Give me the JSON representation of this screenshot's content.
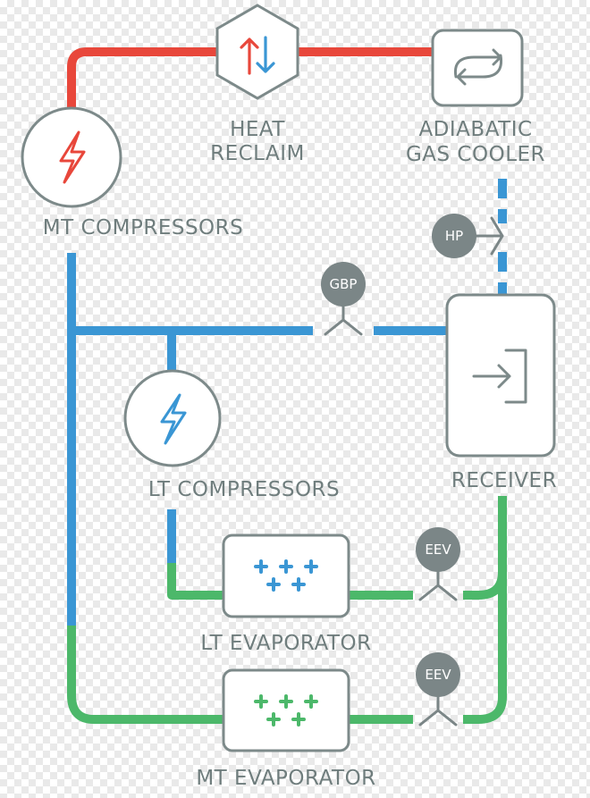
{
  "colors": {
    "hot": "#e8473b",
    "cool": "#3a96d4",
    "liquid": "#4cb86a",
    "outline": "#7d8a8a",
    "valve": "#7b8687",
    "label": "#6f7d7d"
  },
  "nodes": {
    "heat_reclaim": {
      "label_line1": "HEAT",
      "label_line2": "RECLAIM",
      "icon": "updown-arrows-icon"
    },
    "gas_cooler": {
      "label_line1": "ADIABATIC",
      "label_line2": "GAS COOLER",
      "icon": "cycle-arrows-icon"
    },
    "mt_compressors": {
      "label": "MT COMPRESSORS",
      "icon": "lightning-icon"
    },
    "lt_compressors": {
      "label": "LT COMPRESSORS",
      "icon": "lightning-icon"
    },
    "receiver": {
      "label": "RECEIVER",
      "icon": "enter-arrow-icon"
    },
    "lt_evaporator": {
      "label": "LT EVAPORATOR",
      "icon": "plus-cluster-icon"
    },
    "mt_evaporator": {
      "label": "MT EVAPORATOR",
      "icon": "plus-cluster-icon"
    }
  },
  "valves": {
    "hp": "HP",
    "gbp": "GBP",
    "eev_lt": "EEV",
    "eev_mt": "EEV"
  }
}
